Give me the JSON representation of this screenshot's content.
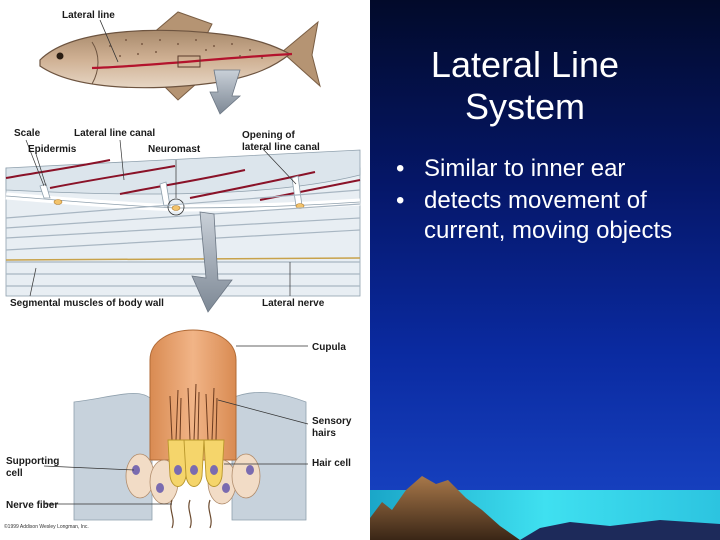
{
  "slide": {
    "title_line1": "Lateral Line",
    "title_line2": "System",
    "bullets": [
      "Similar to inner ear",
      "detects movement of current, moving objects"
    ]
  },
  "figure": {
    "labels": {
      "lateral_line": "Lateral line",
      "scale": "Scale",
      "lateral_line_canal": "Lateral line canal",
      "opening_line1": "Opening of",
      "opening_line2": "lateral line canal",
      "epidermis": "Epidermis",
      "neuromast": "Neuromast",
      "segmental_muscles": "Segmental muscles of body wall",
      "lateral_nerve": "Lateral nerve",
      "cupula": "Cupula",
      "sensory_line1": "Sensory",
      "sensory_line2": "hairs",
      "supporting_line1": "Supporting",
      "supporting_line2": "cell",
      "hair_cell": "Hair cell",
      "nerve_fiber": "Nerve fiber",
      "copyright": "©1999 Addison Wesley Longman, Inc."
    },
    "colors": {
      "fish_body": "#c9a88a",
      "lateral_line": "#b3132d",
      "arrow": "#8f9aa6",
      "cupula": "#e9a878",
      "skin": "#c7d2dc"
    }
  }
}
